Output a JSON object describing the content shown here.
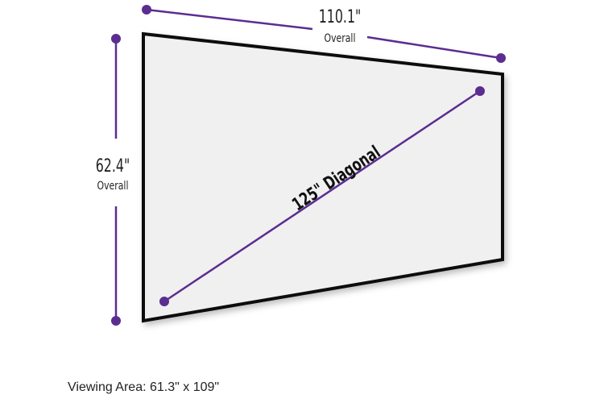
{
  "colors": {
    "accent": "#5b2d91",
    "screen_fill": "#f0f0f0",
    "frame": "#111111",
    "text": "#222222"
  },
  "dimensions": {
    "width": {
      "value": "110.1\"",
      "label": "Overall"
    },
    "height": {
      "value": "62.4\"",
      "label": "Overall"
    },
    "diagonal": {
      "label": "125\" Diagonal"
    }
  },
  "viewing_area": "Viewing Area: 61.3\" x 109\""
}
